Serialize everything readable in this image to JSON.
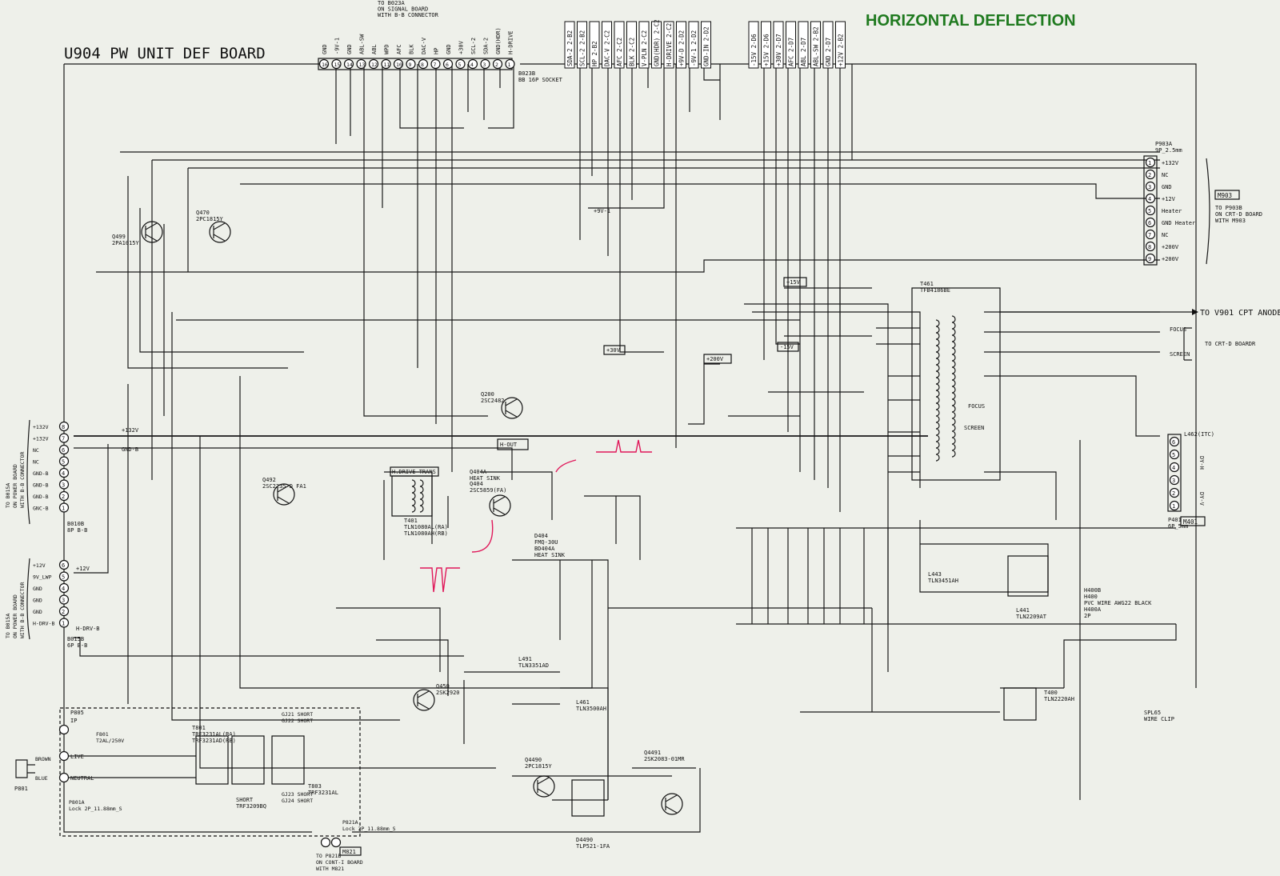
{
  "heading": "HORIZONTAL DEFLECTION",
  "board_title": "U904 PW UNIT DEF BOARD",
  "colors": {
    "heading": "#1f7a1f",
    "ink": "#111111",
    "background": "#eef0ea",
    "waveform": "#e0185a"
  },
  "top_connector": {
    "caption": [
      "TO B023A",
      "ON SIGNAL BOARD",
      "WITH B-B CONNECTOR"
    ],
    "socket": [
      "B023B",
      "BB 16P SOCKET"
    ],
    "pins": [
      {
        "n": "16",
        "label": "GND"
      },
      {
        "n": "15",
        "label": "-9V-1"
      },
      {
        "n": "14",
        "label": "GND"
      },
      {
        "n": "13",
        "label": "ABL-SW"
      },
      {
        "n": "12",
        "label": "ABL"
      },
      {
        "n": "11",
        "label": "WPD"
      },
      {
        "n": "10",
        "label": "AFC"
      },
      {
        "n": "9",
        "label": "BLK"
      },
      {
        "n": "8",
        "label": "DAC-V"
      },
      {
        "n": "7",
        "label": "HP"
      },
      {
        "n": "6",
        "label": "GND"
      },
      {
        "n": "5",
        "label": "+30V"
      },
      {
        "n": "4",
        "label": "SCL-2"
      },
      {
        "n": "3",
        "label": "SDA-2"
      },
      {
        "n": "2",
        "label": "GND(HDR)"
      },
      {
        "n": "1",
        "label": "H-DRIVE"
      }
    ]
  },
  "top_flags_a": [
    "SDA-2 2-B2",
    "SCL-2 2-B2",
    "HP 2-B2",
    "DAC-V 2-C2",
    "AFC 2-C2",
    "BLK 2-C2",
    "V-PLN 2-C2",
    "GND(HDR) 2-C2",
    "H-DRIVE 2-C2",
    "+9V-D 2-D2",
    "-9V-1 2-D2",
    "GND-IN 2-D2"
  ],
  "top_flags_b": [
    "-15V 2-D6",
    "+15V 2-D6",
    "+30V 2-D7",
    "AFC 2-D7",
    "ABL 2-D7",
    "ABL-SW 2-B2",
    "GND 2-D7",
    "+12V 2-B2"
  ],
  "right_top_connector": {
    "title": [
      "P903A",
      "9P_2.5mm"
    ],
    "pins": [
      {
        "n": "1",
        "label": "+132V"
      },
      {
        "n": "2",
        "label": "NC"
      },
      {
        "n": "3",
        "label": "GND"
      },
      {
        "n": "4",
        "label": "+12V"
      },
      {
        "n": "5",
        "label": "Heater"
      },
      {
        "n": "6",
        "label": "GND Heater"
      },
      {
        "n": "7",
        "label": "NC"
      },
      {
        "n": "8",
        "label": "+200V"
      },
      {
        "n": "9",
        "label": "+200V"
      }
    ],
    "tag": "M903",
    "dest": [
      "TO P903B",
      "ON CRT-D BOARD",
      "WITH M903"
    ]
  },
  "right_bottom_connector": {
    "title": [
      "P401",
      "6P_5mm"
    ],
    "tag": "M401",
    "coil": "L462(ITC)",
    "pins": [
      "6",
      "5",
      "4",
      "3",
      "2",
      "1"
    ],
    "sides": [
      "DY-H",
      "DY-V"
    ]
  },
  "hv_labels": {
    "anode": "TO V901 CPT ANODE",
    "focus": "FOCUS",
    "screen": "SCREEN",
    "crt_dest": "TO CRT-D BOARDR"
  },
  "left_connector_a": {
    "caption": [
      "TO B015A",
      "ON POWER BOARD",
      "WITH B-B CONNECTOR"
    ],
    "name": [
      "B010B",
      "8P B-B"
    ],
    "pins": [
      {
        "n": "8",
        "label": "+132V"
      },
      {
        "n": "7",
        "label": "+132V"
      },
      {
        "n": "6",
        "label": "NC"
      },
      {
        "n": "5",
        "label": "NC"
      },
      {
        "n": "4",
        "label": "GND-B"
      },
      {
        "n": "3",
        "label": "GND-B"
      },
      {
        "n": "2",
        "label": "GND-B"
      },
      {
        "n": "1",
        "label": "GNC-B"
      }
    ]
  },
  "left_connector_b": {
    "caption": [
      "TO B015A",
      "ON POWER BOARD",
      "WITH B-B CONNECTOR"
    ],
    "name": [
      "B015B",
      "6P B-B"
    ],
    "pins": [
      {
        "n": "6",
        "label": "+12V"
      },
      {
        "n": "5",
        "label": "9V_LWP"
      },
      {
        "n": "4",
        "label": "GND"
      },
      {
        "n": "3",
        "label": "GND"
      },
      {
        "n": "2",
        "label": "GND"
      },
      {
        "n": "1",
        "label": "H-DRV-B"
      }
    ]
  },
  "rails": {
    "v132": "+132V",
    "gndb": "GND-B",
    "v12": "+12V",
    "hdrvb": "H-DRV-B",
    "v200": "+200V",
    "v30": "+30V",
    "v15p": "+15V",
    "v15n": "-15V",
    "v9": "+9V-1"
  },
  "parts": [
    {
      "id": "flyback",
      "lines": [
        "T461",
        "TFB4186BE"
      ]
    },
    {
      "id": "hdrive-trans",
      "lines": [
        "H.DRIVE TRANS"
      ]
    },
    {
      "id": "t401",
      "lines": [
        "T401",
        "TLN1080AL(RA)",
        "TLN1080AH(RB)"
      ]
    },
    {
      "id": "q404",
      "lines": [
        "Q404",
        "2SC5859(FA)"
      ]
    },
    {
      "id": "q404-hs",
      "lines": [
        "Q404A",
        "HEAT SINK"
      ]
    },
    {
      "id": "d404",
      "lines": [
        "D404",
        "FMQ-30U",
        "BD404A",
        "HEAT SINK"
      ]
    },
    {
      "id": "q492",
      "lines": [
        "Q492",
        "2SC2235-D FA1"
      ]
    },
    {
      "id": "q200",
      "lines": [
        "Q200",
        "2SC2482"
      ]
    },
    {
      "id": "q499",
      "lines": [
        "Q499",
        "2PA1015Y"
      ]
    },
    {
      "id": "q470",
      "lines": [
        "Q470",
        "2PC1815Y"
      ]
    },
    {
      "id": "q450",
      "lines": [
        "Q450",
        "2SK2920"
      ]
    },
    {
      "id": "q4490",
      "lines": [
        "Q4490",
        "2PC1815Y"
      ]
    },
    {
      "id": "q4491",
      "lines": [
        "Q4491",
        "2SK2083-01MR"
      ]
    },
    {
      "id": "d4490",
      "lines": [
        "D4490",
        "TLP521-1FA"
      ]
    },
    {
      "id": "t400",
      "lines": [
        "T400",
        "TLN2220AH"
      ]
    },
    {
      "id": "t801",
      "lines": [
        "T801",
        "TRF3231AL(RA)",
        "TRF3231AD(RB)"
      ]
    },
    {
      "id": "t803",
      "lines": [
        "T803",
        "TRF3231AL"
      ]
    },
    {
      "id": "short",
      "lines": [
        "SHORT",
        "TRF3209BQ"
      ]
    },
    {
      "id": "l443",
      "lines": [
        "L443",
        "TLN3451AH"
      ]
    },
    {
      "id": "l441",
      "lines": [
        "L441",
        "TLN2209AT"
      ]
    },
    {
      "id": "l491",
      "lines": [
        "L491",
        "TLN3351AD"
      ]
    },
    {
      "id": "l461",
      "lines": [
        "L461",
        "TLN3500AH"
      ]
    },
    {
      "id": "h400",
      "lines": [
        "H400B",
        "H400",
        "PVC WIRE AWG22 BLACK",
        "H400A",
        "2P"
      ]
    },
    {
      "id": "wire-clip",
      "lines": [
        "SPL65",
        "WIRE CLIP"
      ]
    },
    {
      "id": "hout",
      "lines": [
        "H-OUT"
      ]
    },
    {
      "id": "focus-int",
      "lines": [
        "FOCUS"
      ]
    },
    {
      "id": "screen-int",
      "lines": [
        "SCREEN"
      ]
    }
  ],
  "ac_input": {
    "p805": [
      "P805",
      "IP"
    ],
    "wires": [
      "BROWN",
      "BLUE"
    ],
    "pins": [
      "LIVE",
      "NEUTRAL"
    ],
    "p801": "P801",
    "p801a": [
      "P801A",
      "Lock 2P_11.88mm_S"
    ],
    "fuse": [
      "F801",
      "T2AL/250V"
    ],
    "p821": [
      "P821A",
      "Lock 2P_11.88mm_S"
    ],
    "m821": "M821",
    "dest": [
      "TO P821B",
      "ON CONT-I BOARD",
      "WITH M821"
    ],
    "shorts": [
      "GJ21 SHORT",
      "GJ22 SHORT",
      "GJ23 SHORT",
      "GJ24 SHORT"
    ]
  }
}
